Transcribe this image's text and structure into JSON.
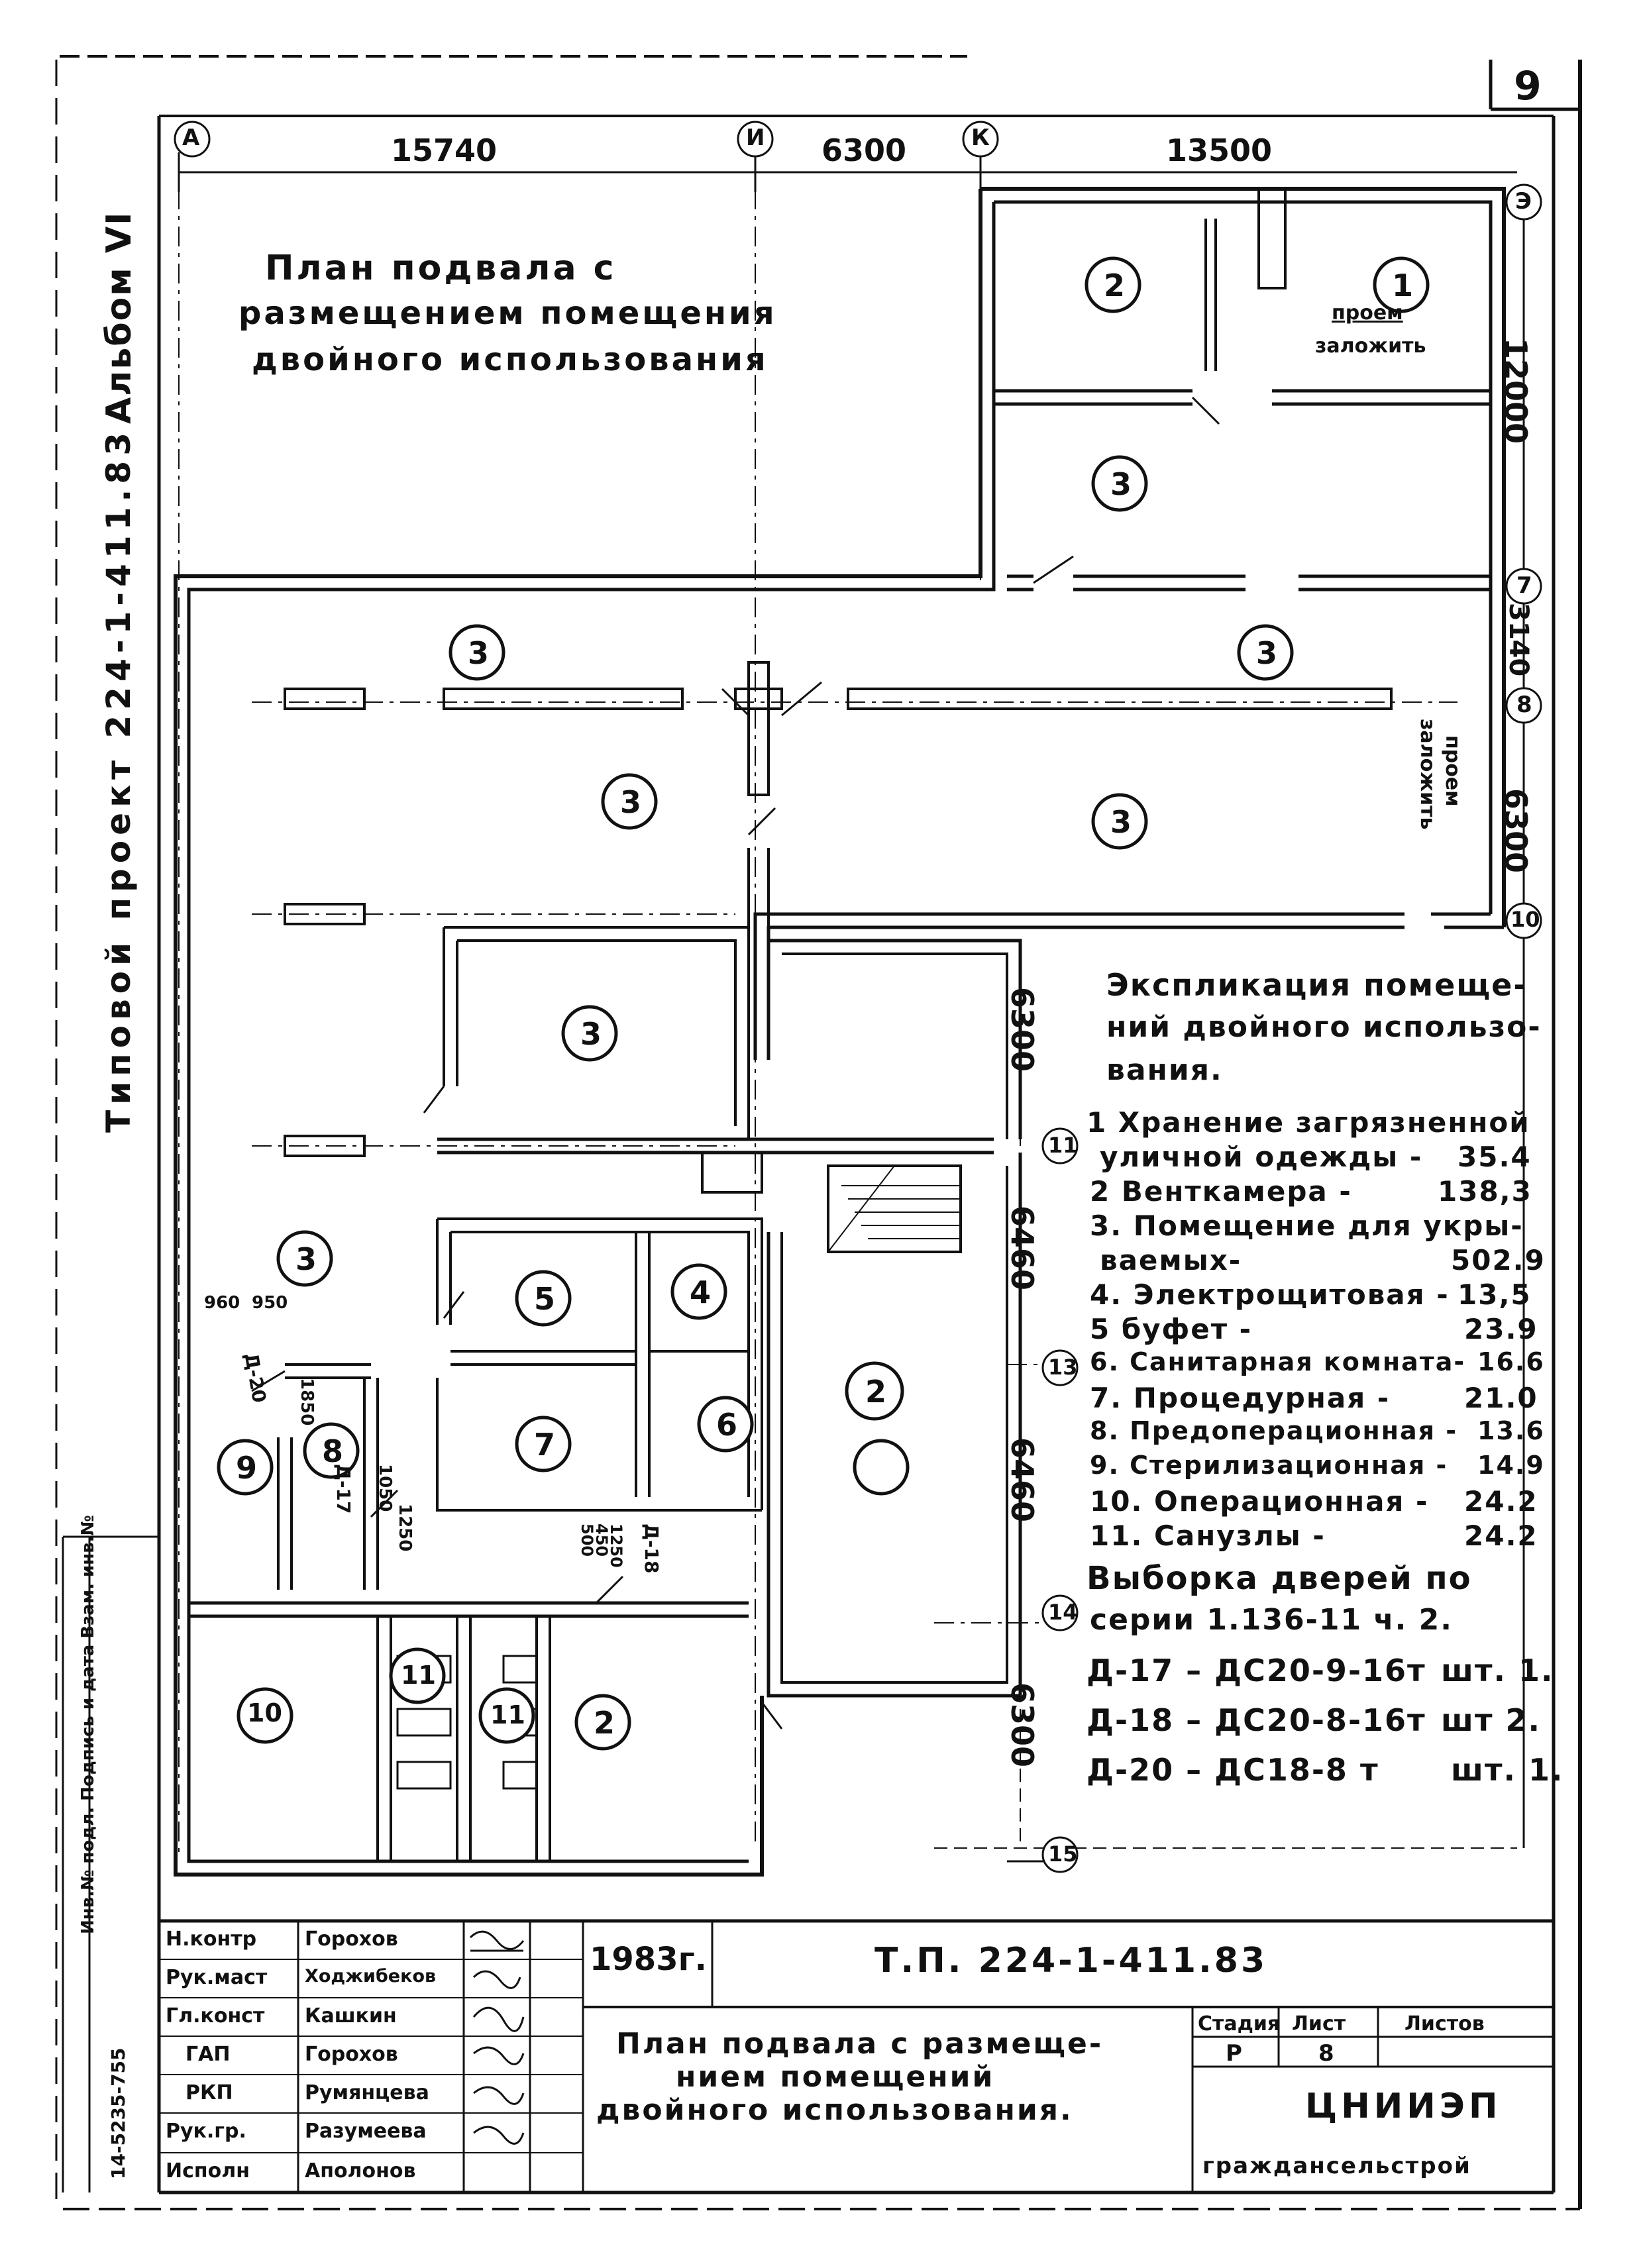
{
  "page_number": "9",
  "side_titles": {
    "album": "Альбом VI",
    "project": "Типовой проект 224-1-411.83"
  },
  "plan_title": [
    "План подвала с",
    "размещением помещения",
    "двойного использования"
  ],
  "dimensions": {
    "top": [
      "15740",
      "6300",
      "13500"
    ],
    "right": [
      "12000",
      "3140",
      "6300",
      "6300",
      "6460",
      "6460",
      "6300"
    ],
    "small": [
      "960",
      "950",
      "1850",
      "1050",
      "1250",
      "500",
      "450",
      "1250"
    ]
  },
  "axes": {
    "top": [
      "А",
      "И",
      "К",
      "Э"
    ],
    "right": [
      "7",
      "8",
      "10",
      "11",
      "13",
      "14",
      "15"
    ]
  },
  "room_numbers": [
    "1",
    "2",
    "3",
    "3",
    "3",
    "3",
    "3",
    "3",
    "3",
    "3",
    "4",
    "5",
    "6",
    "7",
    "8",
    "9",
    "10",
    "11",
    "11",
    "2",
    "2"
  ],
  "door_marks": [
    "Д-20",
    "Д-17",
    "Д-18"
  ],
  "notes": {
    "opening_1": [
      "проем",
      "заложить"
    ],
    "opening_2": [
      "проем",
      "заложить"
    ]
  },
  "legend": {
    "title": [
      "Экспликация помеще-",
      "ний двойного использо-",
      "вания."
    ],
    "items": [
      {
        "label": "1 Хранение загрязненной",
        "value": ""
      },
      {
        "label": "уличной одежды -",
        "value": "35.4"
      },
      {
        "label": "2 Венткамера -",
        "value": "138,3"
      },
      {
        "label": "3. Помещение для укры-",
        "value": ""
      },
      {
        "label": "ваемых-",
        "value": "502.9"
      },
      {
        "label": "4. Электрощитовая -",
        "value": "13,5"
      },
      {
        "label": "5 буфет -",
        "value": "23.9"
      },
      {
        "label": "6. Санитарная комната-",
        "value": "16.6"
      },
      {
        "label": "7. Процедурная -",
        "value": "21.0"
      },
      {
        "label": "8. Предоперационная -",
        "value": "13.6"
      },
      {
        "label": "9. Стерилизационная -",
        "value": "14.9"
      },
      {
        "label": "10. Операционная -",
        "value": "24.2"
      },
      {
        "label": "11. Санузлы -",
        "value": "24.2"
      }
    ]
  },
  "doors": {
    "title": [
      "Выборка дверей по",
      "серии 1.136-11 ч. 2."
    ],
    "items": [
      {
        "mark": "Д-17 – ДС20-9-16т",
        "qty": "шт. 1."
      },
      {
        "mark": "Д-18 – ДС20-8-16т",
        "qty": "шт 2."
      },
      {
        "mark": "Д-20 – ДС18-8 т",
        "qty": "шт. 1."
      }
    ]
  },
  "title_block": {
    "roles": [
      "Н.контр",
      "Рук.маст",
      "Гл.конст",
      "ГАП",
      "РКП",
      "Рук.гр.",
      "Исполн"
    ],
    "names": [
      "Горохов",
      "Ходжибеков",
      "Кашкин",
      "Горохов",
      "Румянцева",
      "Разумеева",
      "Аполонов"
    ],
    "year": "1983г.",
    "code": "Т.П. 224-1-411.83",
    "drawing_title": [
      "План подвала с размеще-",
      "нием помещений",
      "двойного использования."
    ],
    "stage_label": "Стадия",
    "sheet_label": "Лист",
    "sheets_label": "Листов",
    "stage": "Р",
    "sheet": "8",
    "org": "ЦНИИЭП",
    "org_sub": "граждансельстрой"
  },
  "left_margin": {
    "stamp": "Инв.№ подл. Подпись и дата Взам. инв.№",
    "number": "14-5235-755"
  }
}
